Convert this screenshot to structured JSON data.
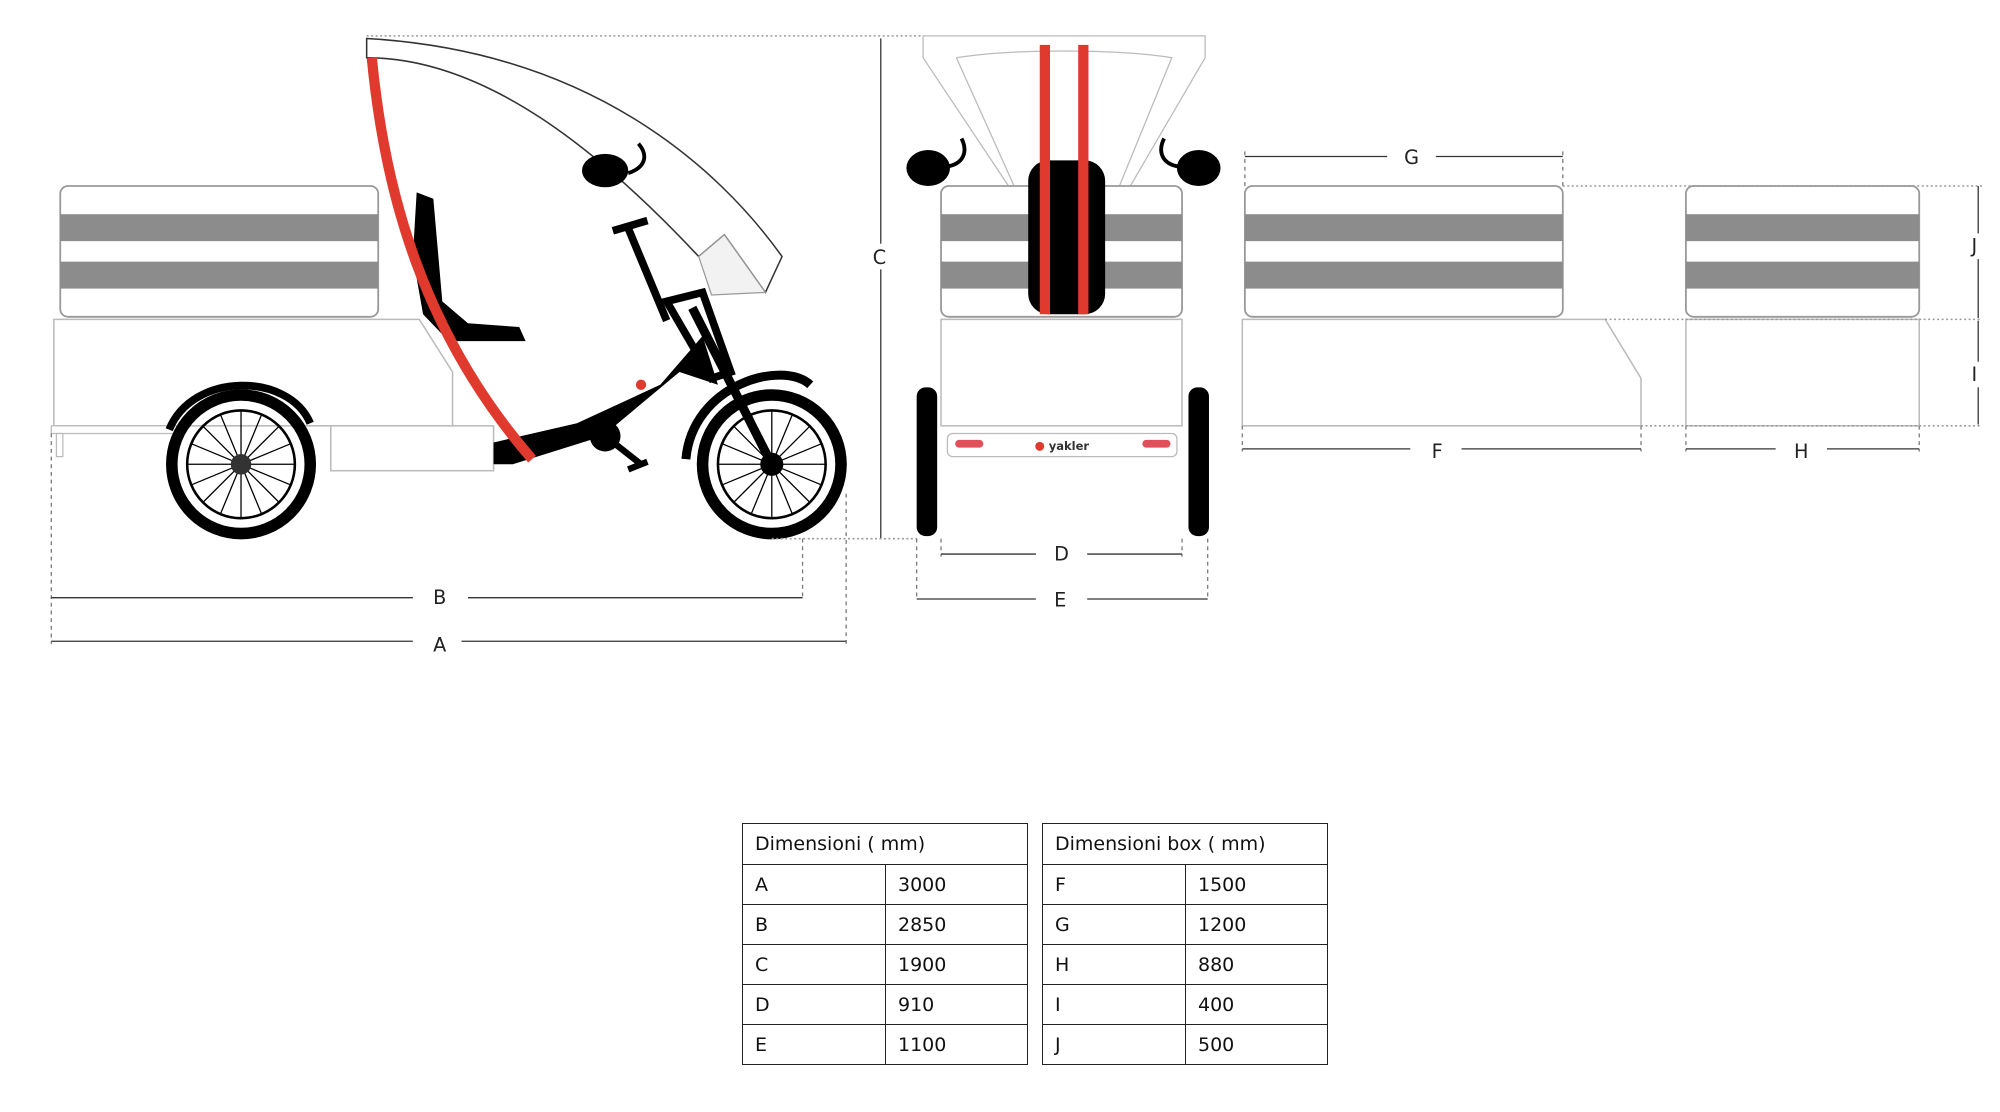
{
  "logo_text": "yakler",
  "labels": {
    "A": "A",
    "B": "B",
    "C": "C",
    "D": "D",
    "E": "E",
    "F": "F",
    "G": "G",
    "H": "H",
    "I": "I",
    "J": "J"
  },
  "colors": {
    "accent_red": "#e03a2e",
    "stripe_gray": "#8c8c8c",
    "frame_black": "#000000"
  },
  "table_vehicle": {
    "header": "Dimensioni   ( mm)",
    "rows": [
      {
        "key": "A",
        "value": "3000"
      },
      {
        "key": "B",
        "value": "2850"
      },
      {
        "key": "C",
        "value": "1900"
      },
      {
        "key": "D",
        "value": "910"
      },
      {
        "key": "E",
        "value": "1100"
      }
    ]
  },
  "table_box": {
    "header": "Dimensioni  box ( mm)",
    "rows": [
      {
        "key": "F",
        "value": "1500"
      },
      {
        "key": "G",
        "value": "1200"
      },
      {
        "key": "H",
        "value": "880"
      },
      {
        "key": "I",
        "value": "400"
      },
      {
        "key": "J",
        "value": "500"
      }
    ]
  }
}
